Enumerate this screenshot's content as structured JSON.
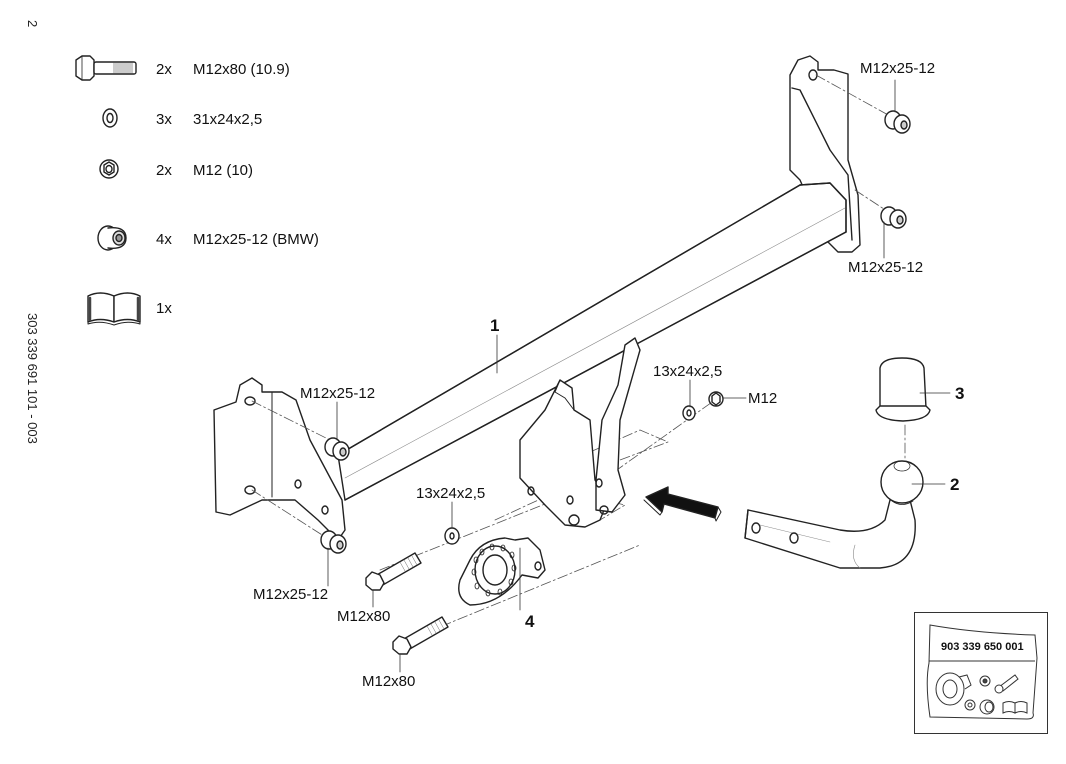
{
  "page": {
    "page_number": "2",
    "document_number": "303 339 691 101 - 003"
  },
  "parts_list": [
    {
      "icon": "bolt-icon",
      "qty": "2x",
      "spec": "M12x80 (10.9)"
    },
    {
      "icon": "washer-icon",
      "qty": "3x",
      "spec": "31x24x2,5"
    },
    {
      "icon": "nut-icon",
      "qty": "2x",
      "spec": "M12 (10)"
    },
    {
      "icon": "flange-nut-icon",
      "qty": "4x",
      "spec": "M12x25-12 (BMW)"
    },
    {
      "icon": "manual-book-icon",
      "qty": "1x",
      "spec": ""
    }
  ],
  "callouts": {
    "nut_top_right_upper": "M12x25-12",
    "nut_top_right_lower": "M12x25-12",
    "nut_left_upper": "M12x25-12",
    "nut_left_lower": "M12x25-12",
    "washer_right": "13x24x2,5",
    "nut_right": "M12",
    "washer_center": "13x24x2,5",
    "bolt_upper": "M12x80",
    "bolt_lower": "M12x80"
  },
  "part_numbers": {
    "crossbar": "1",
    "ball_neck": "2",
    "ball_cap": "3",
    "socket_plate": "4"
  },
  "kit_bag": {
    "label": "903 339 650 001"
  }
}
